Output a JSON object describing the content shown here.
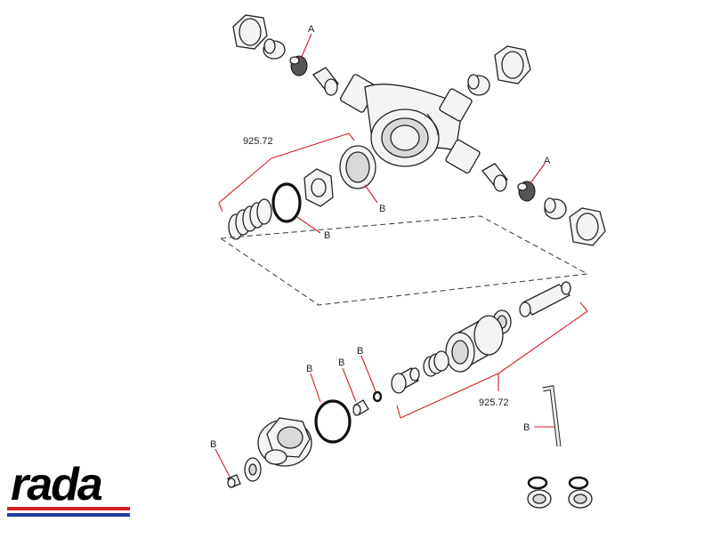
{
  "callouts": {
    "a_top": "A",
    "a_right": "A",
    "b_oring_upper": "B",
    "b_seal_ring": "B",
    "b_oring_lower": "B",
    "b_pin": "B",
    "b_small_oring": "B",
    "b_screw": "B",
    "b_hex_key": "B"
  },
  "kits": {
    "upper": "925.72",
    "lower": "925.72"
  },
  "brand": {
    "name": "rada",
    "colors": {
      "text": "#000000",
      "stripe_red": "#d21f26",
      "stripe_blue": "#1f3f99"
    }
  },
  "accent_color": "#d21f26"
}
